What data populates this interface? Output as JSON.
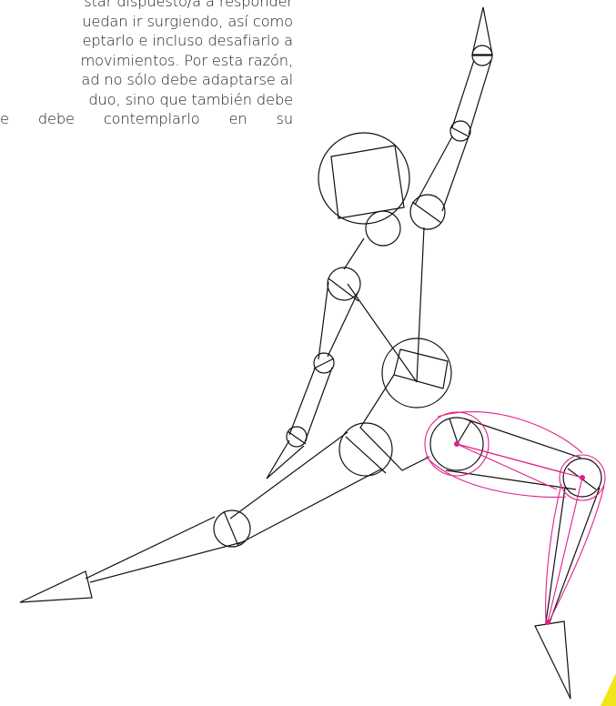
{
  "body_text": {
    "lines": [
      "star dispuesto/a a responder",
      "uedan ir surgiendo, así como",
      "eptarlo e incluso desafiarlo a",
      "movimientos. Por esta razón,",
      "ad no sólo debe adaptarse al",
      "duo, sino que también debe",
      "e debe contemplarlo en su"
    ]
  },
  "colors": {
    "line": "#111111",
    "highlight": "#e0218a",
    "accent": "#f2e31b"
  }
}
